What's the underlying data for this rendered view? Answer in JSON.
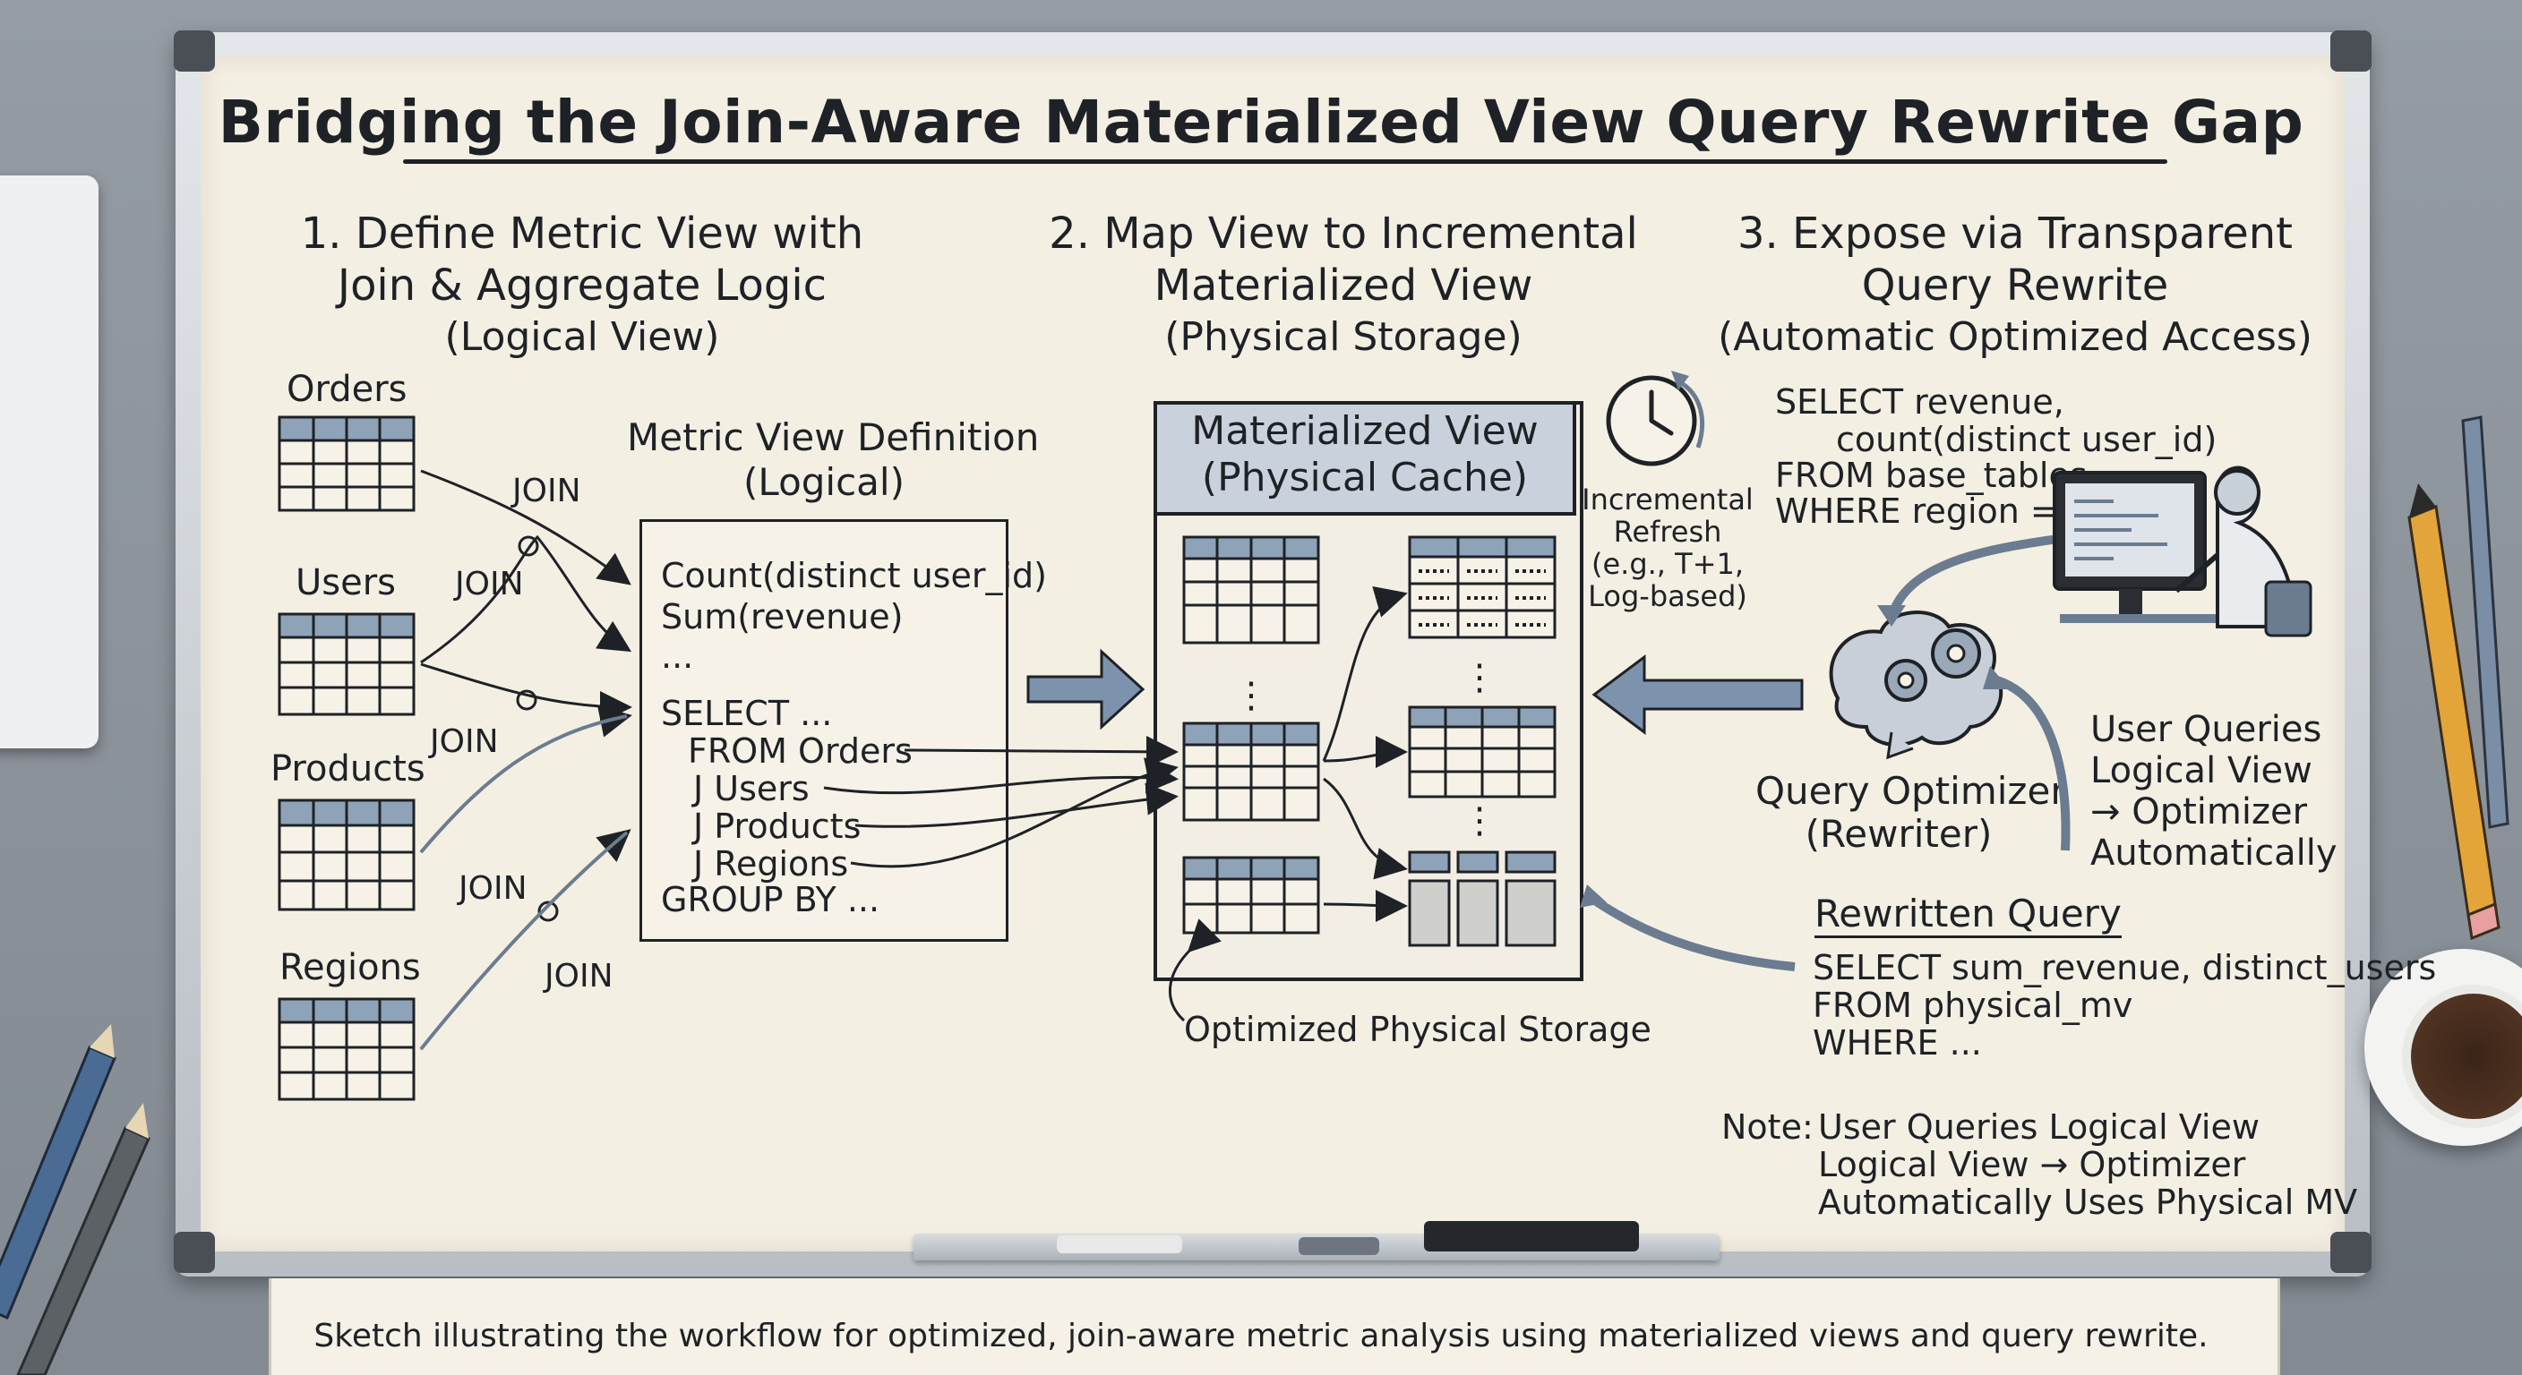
{
  "title": "Bridging the Join-Aware Materialized View Query Rewrite Gap",
  "steps": [
    {
      "line1": "1. Define Metric View with",
      "line2": "Join & Aggregate Logic",
      "line3": "(Logical View)"
    },
    {
      "line1": "2. Map View to Incremental",
      "line2": "Materialized View",
      "line3": "(Physical Storage)"
    },
    {
      "line1": "3. Expose via Transparent",
      "line2": "Query Rewrite",
      "line3": "(Automatic Optimized Access)"
    }
  ],
  "tables": [
    "Orders",
    "Users",
    "Products",
    "Regions"
  ],
  "join_label": "JOIN",
  "metric_view": {
    "title1": "Metric View Definition",
    "title2": "(Logical)",
    "lines": [
      "Count(distinct user_id)",
      "Sum(revenue)",
      "...",
      "SELECT ...",
      "FROM Orders",
      "J Users",
      "J Products",
      "J Regions",
      "GROUP BY ..."
    ]
  },
  "mv": {
    "title1": "Materialized View",
    "title2": "(Physical Cache)",
    "storage_label": "Optimized Physical Storage"
  },
  "refresh": {
    "line1": "Incremental",
    "line2": "Refresh",
    "line3": "(e.g., T+1,",
    "line4": "Log-based)"
  },
  "user_query": {
    "lines": [
      "SELECT revenue,",
      "count(distinct user_id)",
      "FROM base_tables",
      "WHERE region = 'US'"
    ]
  },
  "optimizer": {
    "line1": "Query Optimizer",
    "line2": "(Rewriter)"
  },
  "user_queries_note": {
    "lines": [
      "User Queries",
      "Logical View",
      "→ Optimizer",
      "Automatically"
    ]
  },
  "rewritten": {
    "title": "Rewritten Query",
    "lines": [
      "SELECT sum_revenue, distinct_users",
      "FROM physical_mv",
      "WHERE ..."
    ]
  },
  "note": {
    "label": "Note:",
    "lines": [
      "User Queries Logical View",
      "Logical View → Optimizer",
      "Automatically Uses Physical MV"
    ]
  },
  "caption": "Sketch illustrating the workflow for optimized, join-aware metric analysis using materialized views and query rewrite.",
  "colors": {
    "board": "#f4efe3",
    "ink": "#1e2226",
    "accent_blue": "#7d93ad",
    "mv_header": "#c9d2dc"
  },
  "icons": [
    "clock-icon",
    "brain-gears-icon",
    "user-at-computer-icon",
    "pencil-icon",
    "coffee-cup-icon"
  ]
}
